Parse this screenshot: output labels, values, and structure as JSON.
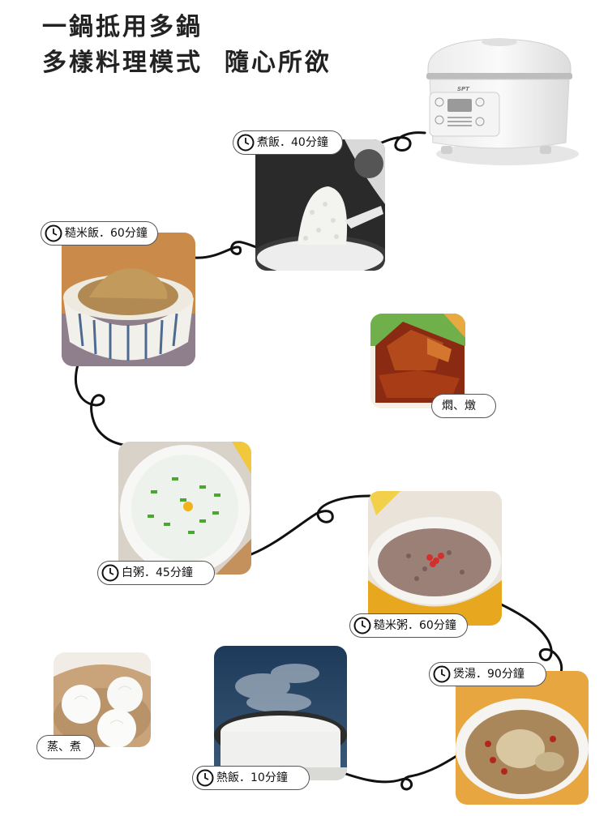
{
  "headline": {
    "line1": "一鍋抵用多鍋",
    "line2": "多樣料理模式  隨心所欲"
  },
  "modes": {
    "cook_rice": "煮飯．40分鐘",
    "brown_rice": "糙米飯．60分鐘",
    "braise_stew": "燜、燉",
    "white_congee": "白粥．45分鐘",
    "brown_rice_congee": "糙米粥．60分鐘",
    "soup": "煲湯．90分鐘",
    "steam_boil": "蒸、煮",
    "reheat_rice": "熱飯．10分鐘"
  },
  "product": {
    "brand": "SPT"
  },
  "icons": {
    "timer": "clock-icon"
  }
}
